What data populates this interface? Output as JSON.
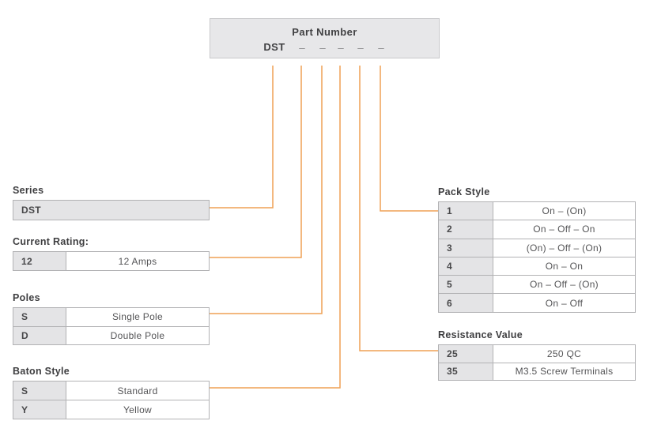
{
  "colors": {
    "accent_orange": "#EFA155",
    "cell_gray": "#E4E4E6",
    "border_gray": "#B2B2B4",
    "box_fill": "#E7E7E9",
    "box_border": "#C9C9CB",
    "text_dark": "#414143",
    "text_medium": "#545456"
  },
  "part_number": {
    "title": "Part Number",
    "prefix": "DST",
    "blanks": [
      "_",
      "_",
      "_",
      "_",
      "_"
    ]
  },
  "series": {
    "label": "Series",
    "rows": [
      {
        "code": "DST"
      }
    ]
  },
  "current_rating": {
    "label": "Current Rating:",
    "rows": [
      {
        "code": "12",
        "value": "12 Amps"
      }
    ]
  },
  "poles": {
    "label": "Poles",
    "rows": [
      {
        "code": "S",
        "value": "Single Pole"
      },
      {
        "code": "D",
        "value": "Double Pole"
      }
    ]
  },
  "baton_style": {
    "label": "Baton Style",
    "rows": [
      {
        "code": "S",
        "value": "Standard"
      },
      {
        "code": "Y",
        "value": "Yellow"
      }
    ]
  },
  "pack_style": {
    "label": "Pack Style",
    "rows": [
      {
        "code": "1",
        "value": "On – (On)"
      },
      {
        "code": "2",
        "value": "On – Off – On"
      },
      {
        "code": "3",
        "value": "(On) – Off – (On)"
      },
      {
        "code": "4",
        "value": "On – On"
      },
      {
        "code": "5",
        "value": "On – Off – (On)"
      },
      {
        "code": "6",
        "value": "On – Off"
      }
    ]
  },
  "resistance_value": {
    "label": "Resistance Value",
    "rows": [
      {
        "code": "25",
        "value": "250 QC"
      },
      {
        "code": "35",
        "value": "M3.5 Screw Terminals"
      }
    ]
  }
}
